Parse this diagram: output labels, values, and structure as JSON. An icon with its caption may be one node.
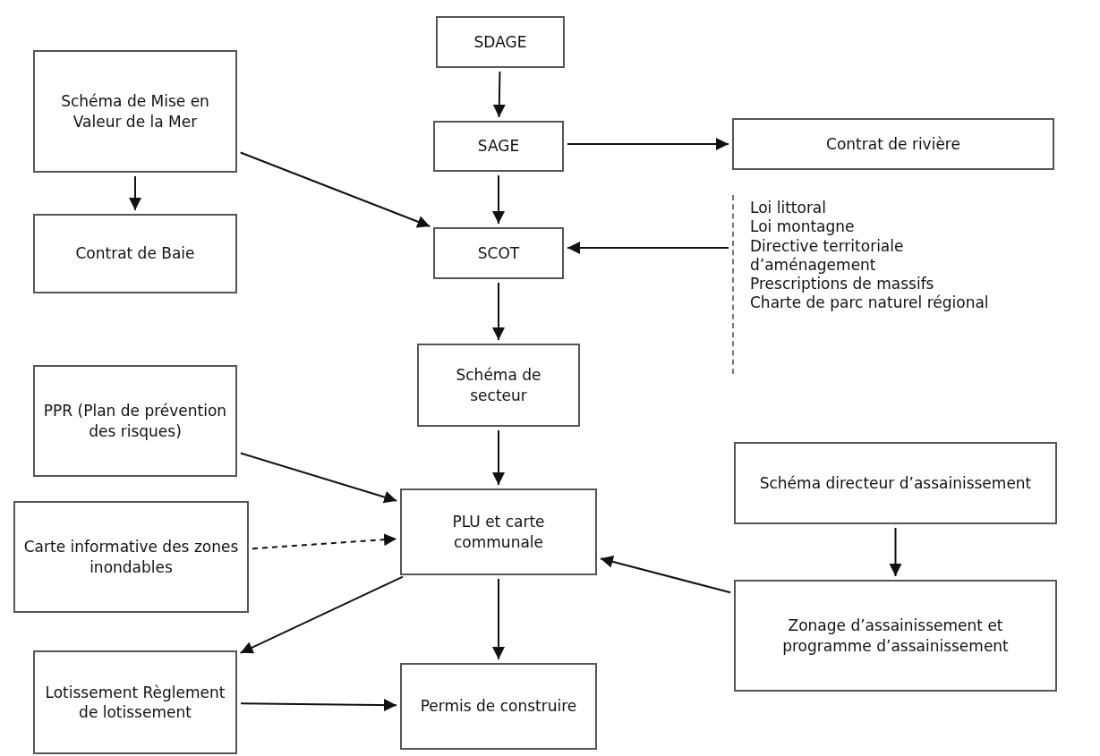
{
  "diagram": {
    "nodes": [
      {
        "text": [
          "SDAGE"
        ]
      },
      {
        "text": [
          "Schéma de Mise en Valeur de la Mer"
        ]
      },
      {
        "text": [
          "SAGE"
        ]
      },
      {
        "text": [
          "Contrat de rivière"
        ]
      },
      {
        "text": [
          "Contrat de Baie"
        ]
      },
      {
        "text": [
          "SCOT"
        ]
      },
      {
        "text": [
          "Loi littoral",
          "Loi montagne",
          "Directive territoriale d’aménagement",
          "Prescriptions de massifs",
          "Charte de parc naturel régional"
        ]
      },
      {
        "text": [
          "Schéma de secteur"
        ]
      },
      {
        "text": [
          "PPR (Plan de prévention des risques)"
        ]
      },
      {
        "text": [
          "Schéma directeur d’assainissement"
        ]
      },
      {
        "text": [
          "Carte informative des zones inondables"
        ]
      },
      {
        "text": [
          "PLU et carte communale"
        ]
      },
      {
        "text": [
          "Zonage d’assainissement et programme d’assainissement"
        ]
      },
      {
        "text": [
          "Lotissement Règlement de lotissement"
        ]
      },
      {
        "text": [
          "Permis de construire"
        ]
      }
    ],
    "edges": [
      {
        "from": 0,
        "to": 2,
        "arrow": "to"
      },
      {
        "from": 2,
        "to": 3,
        "arrow": "to"
      },
      {
        "from": 1,
        "to": 4,
        "arrow": "to"
      },
      {
        "from": 1,
        "to": 5,
        "arrow": "to"
      },
      {
        "from": 2,
        "to": 5,
        "arrow": "to"
      },
      {
        "from": 6,
        "to": 5,
        "arrow": "to"
      },
      {
        "from": 5,
        "to": 7,
        "arrow": "to"
      },
      {
        "from": 7,
        "to": 11,
        "arrow": "to"
      },
      {
        "from": 8,
        "to": 11,
        "arrow": "to"
      },
      {
        "from": 10,
        "to": 11,
        "arrow": "to",
        "style": "dashed"
      },
      {
        "from": 9,
        "to": 12,
        "arrow": "to"
      },
      {
        "from": 12,
        "to": 11,
        "arrow": "to"
      },
      {
        "from": 11,
        "to": 13,
        "arrow": "to"
      },
      {
        "from": 11,
        "to": 14,
        "arrow": "to"
      },
      {
        "from": 13,
        "to": 14,
        "arrow": "to"
      }
    ]
  }
}
